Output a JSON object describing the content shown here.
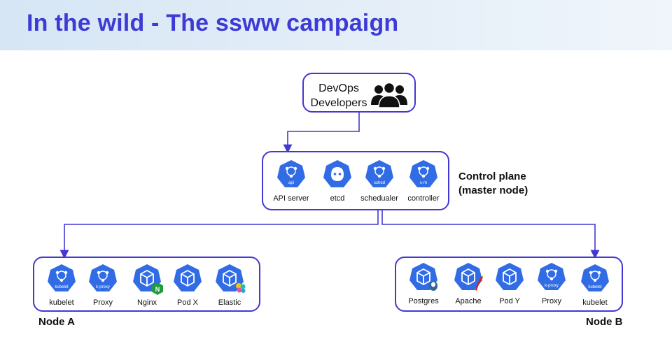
{
  "header": {
    "title": "In the wild - The ssww campaign"
  },
  "devops": {
    "line1": "DevOps",
    "line2": "Developers",
    "icon": "people-group-icon"
  },
  "control_plane": {
    "label_line1": "Control plane",
    "label_line2": "(master node)",
    "components": [
      {
        "label": "API server",
        "badge": "api",
        "icon": "kubernetes-api-icon"
      },
      {
        "label": "etcd",
        "badge": "",
        "icon": "etcd-icon"
      },
      {
        "label": "schedualer",
        "badge": "sched",
        "icon": "kubernetes-scheduler-icon"
      },
      {
        "label": "controller",
        "badge": "c-m",
        "icon": "kubernetes-controller-icon"
      }
    ]
  },
  "node_a": {
    "label": "Node A",
    "components": [
      {
        "label": "kubelet",
        "badge": "kubelet",
        "icon": "kubelet-icon"
      },
      {
        "label": "Proxy",
        "badge": "k-proxy",
        "icon": "kube-proxy-icon"
      },
      {
        "label": "Nginx",
        "badge": "",
        "icon": "pod-nginx-icon"
      },
      {
        "label": "Pod X",
        "badge": "",
        "icon": "pod-icon"
      },
      {
        "label": "Elastic",
        "badge": "",
        "icon": "pod-elastic-icon"
      }
    ]
  },
  "node_b": {
    "label": "Node B",
    "components": [
      {
        "label": "Postgres",
        "badge": "",
        "icon": "pod-postgres-icon"
      },
      {
        "label": "Apache",
        "badge": "",
        "icon": "pod-apache-icon"
      },
      {
        "label": "Pod Y",
        "badge": "",
        "icon": "pod-icon"
      },
      {
        "label": "Proxy",
        "badge": "k-proxy",
        "icon": "kube-proxy-icon"
      },
      {
        "label": "kubelet",
        "badge": "kubelet",
        "icon": "kubelet-icon"
      }
    ]
  },
  "colors": {
    "accent": "#4438d4",
    "title": "#3d3ad6",
    "k8s_blue": "#326ce5"
  }
}
